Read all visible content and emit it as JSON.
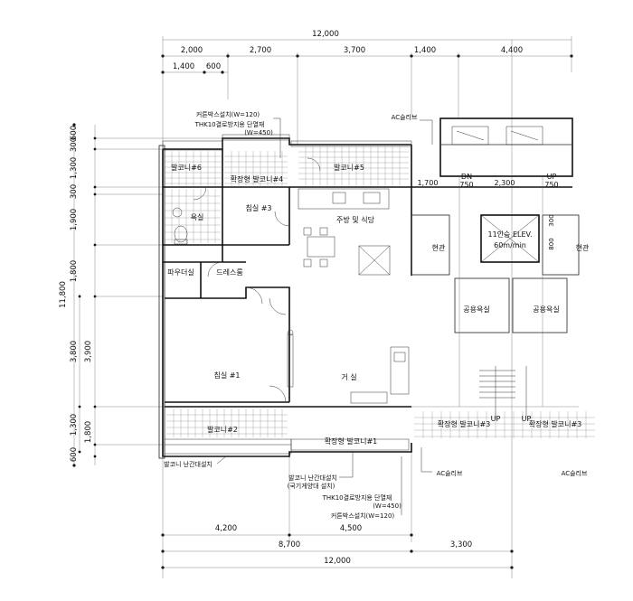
{
  "dimensions": {
    "top": {
      "total": "12,000",
      "row1": [
        "2,000",
        "2,700",
        "3,700",
        "1,400",
        "4,400"
      ],
      "row2": [
        "1,400",
        "600"
      ]
    },
    "bottom": {
      "row1": [
        "4,200",
        "4,500"
      ],
      "row2": [
        "8,700",
        "3,300"
      ],
      "total": "12,000"
    },
    "left": {
      "total": "11,800",
      "inner": [
        "600",
        "300",
        "1,300",
        "300",
        "1,900",
        "1,800",
        "3,800",
        "1,300",
        "600"
      ],
      "sub": [
        "3,900",
        "1,800"
      ]
    },
    "core": {
      "corridor": [
        "1,700",
        "2,300"
      ],
      "stair_dn": "DN",
      "stair_dn_w": "750",
      "stair_up": "UP",
      "stair_up_w": "750",
      "vert_a": "300",
      "vert_b": "800",
      "lower_up_1": "UP",
      "lower_up_2": "UP"
    }
  },
  "rooms": {
    "balcony6": "발코니#6",
    "ext_balcony4": "확장형 발코니#4",
    "balcony5": "발코니#5",
    "bedroom3": "침실 #3",
    "bath": "욕실",
    "kitchen": "주방 및 식당",
    "powder": "파우더실",
    "dress": "드레스룸",
    "bedroom1": "침실 #1",
    "living": "거 실",
    "balcony2": "발코니#2",
    "ext_balcony1": "확장형 발코니#1",
    "elevator": "11인승 ELEV.",
    "elevator_speed": "60m/min",
    "entrance_l": "현관",
    "entrance_r": "현관",
    "common_bath_l": "공용욕실",
    "common_bath_r": "공용욕실",
    "ext_balcony3_l": "확장형 발코니#3",
    "ext_balcony3_r": "확장형 발코니#3"
  },
  "notes": {
    "curtain_top": "커튼박스설치(W=120)",
    "insul_top_1": "THK10결로방지용 단열재",
    "insul_top_2": "(W=450)",
    "ac_sleeve_top": "AC슬리브",
    "railing_left": "발코니 난간대설치",
    "railing_bottom_1": "발코니 난간대설치",
    "railing_bottom_2": "(국기게양대 설치)",
    "insul_bottom_1": "THK10결로방지용 단열재",
    "insul_bottom_2": "(W=450)",
    "curtain_bottom": "커튼박스설치(W=120)",
    "ac_sleeve_b1": "AC슬리브",
    "ac_sleeve_b2": "AC슬리브"
  }
}
